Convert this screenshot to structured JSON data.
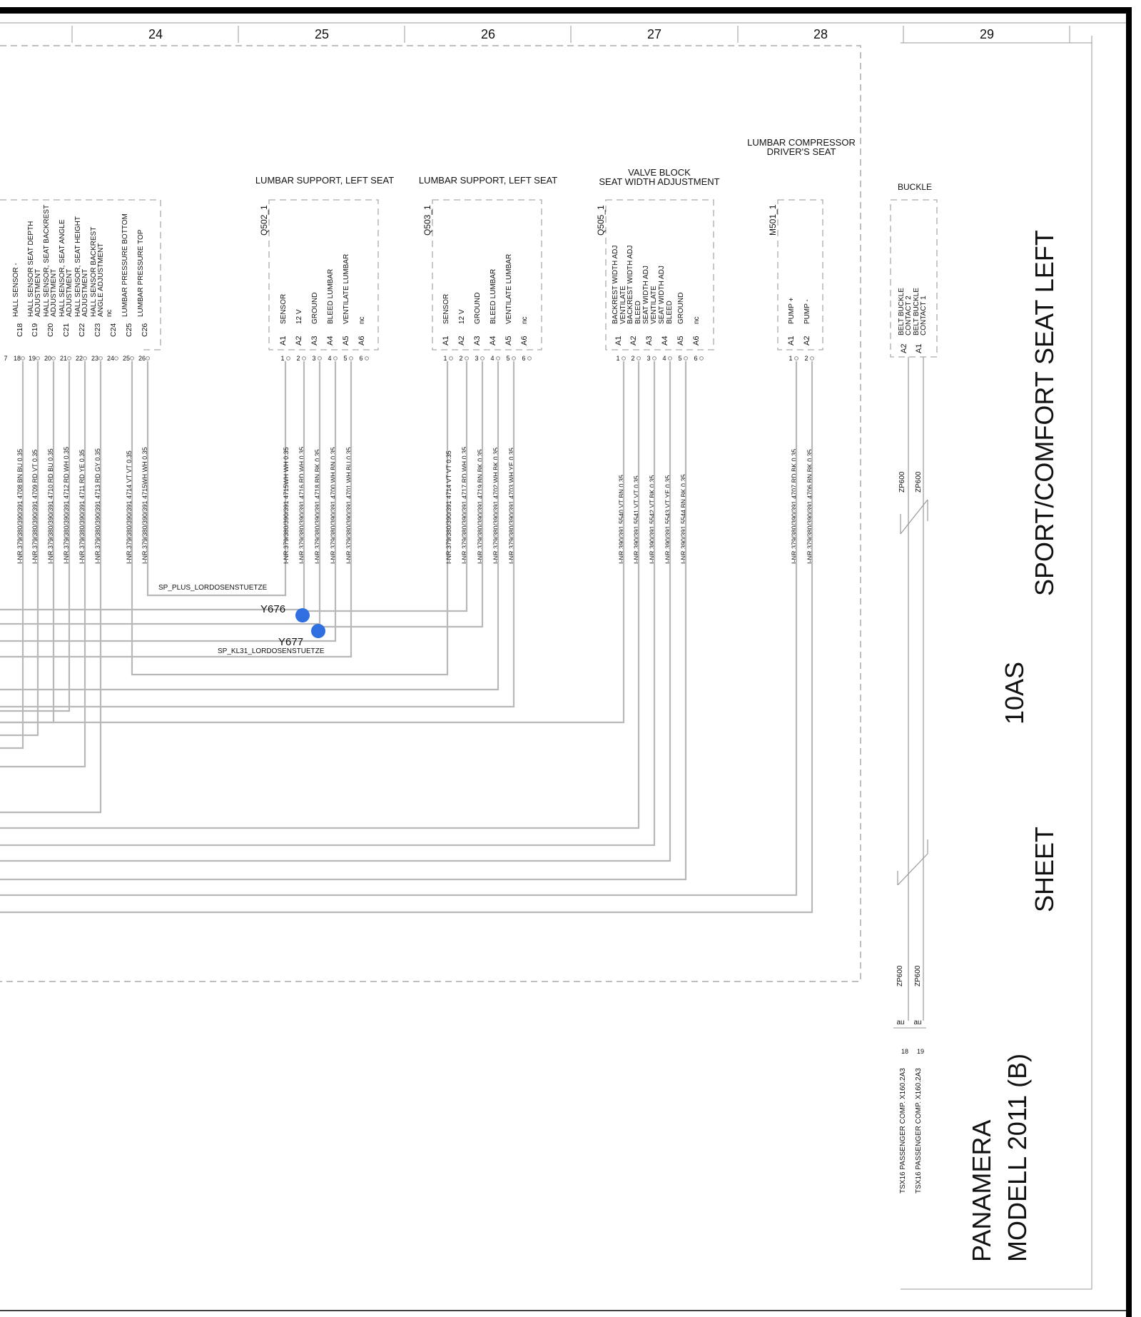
{
  "column_numbers": [
    "24",
    "25",
    "26",
    "27",
    "28",
    "29"
  ],
  "left_connector": {
    "pins": [
      {
        "pin": "C18",
        "num": "18",
        "label1": "HALL SENSOR -",
        "label2": "",
        "wire": "I-NR.379/380/390/391 4708 BN BU 0.35"
      },
      {
        "pin": "C19",
        "num": "19",
        "label1": "HALL SENSOR SEAT DEPTH",
        "label2": "ADJUSTMENT",
        "wire": "I-NR.379/380/390/391 4709 RD VT 0.35"
      },
      {
        "pin": "C20",
        "num": "20",
        "label1": "HALL SENSOR, SEAT BACKREST",
        "label2": "ADJUSTMENT",
        "wire": "I-NR.379/380/390/391 4710 RD BU 0.35"
      },
      {
        "pin": "C21",
        "num": "21",
        "label1": "HALL SENSOR, SEAT ANGLE",
        "label2": "ADJUSTMENT",
        "wire": "I-NR.379/380/390/391 4712 RD WH 0.35"
      },
      {
        "pin": "C22",
        "num": "22",
        "label1": "HALL SENSOR, SEAT HEIGHT",
        "label2": "ADJUSTMENT",
        "wire": "I-NR.379/380/390/391 4711 RD YE 0.35"
      },
      {
        "pin": "C23",
        "num": "23",
        "label1": "HALL SENSOR BACKREST",
        "label2": "ANGLE ADJUSTMENT",
        "wire": "I-NR.379/380/390/391 4713 RD GY 0.35"
      },
      {
        "pin": "C24",
        "num": "24",
        "label1": "nc",
        "label2": "",
        "wire": ""
      },
      {
        "pin": "C25",
        "num": "25",
        "label1": "LUMBAR PRESSURE BOTTOM",
        "label2": "",
        "wire": "I-NR.379/380/390/391 4714 VT VT 0.35"
      },
      {
        "pin": "C26",
        "num": "26",
        "label1": "LUMBAR PRESSURE TOP",
        "label2": "",
        "wire": "I-NR.379/380/390/391 4715WH WH 0.35"
      }
    ]
  },
  "components": [
    {
      "title": "LUMBAR SUPPORT, LEFT SEAT",
      "title2": "",
      "id": "Q502_1",
      "pins": [
        {
          "pin": "A1",
          "num": "1",
          "label": "SENSOR",
          "label2": "",
          "wire": "I-NR.379/380/390/391 4715WH WH 0.35"
        },
        {
          "pin": "A2",
          "num": "2",
          "label": "12 V",
          "label2": "",
          "wire": "I-NR.379/380/390/391 4716 RD WH 0.35"
        },
        {
          "pin": "A3",
          "num": "3",
          "label": "GROUND",
          "label2": "",
          "wire": "I-NR.379/380/390/391 4718 BN BK 0.35"
        },
        {
          "pin": "A4",
          "num": "4",
          "label": "BLEED LUMBAR",
          "label2": "",
          "wire": "I-NR.379/380/390/391 4700 WH BN 0.35"
        },
        {
          "pin": "A5",
          "num": "5",
          "label": "VENTILATE LUMBAR",
          "label2": "",
          "wire": "I-NR.379/380/390/391 4701 WH BU 0.35"
        },
        {
          "pin": "A6",
          "num": "6",
          "label": "nc",
          "label2": "",
          "wire": ""
        }
      ]
    },
    {
      "title": "LUMBAR SUPPORT, LEFT SEAT",
      "title2": "",
      "id": "Q503_1",
      "pins": [
        {
          "pin": "A1",
          "num": "1",
          "label": "SENSOR",
          "label2": "",
          "wire": "I-NR.379/380/390/391 4714 VT VT 0.35"
        },
        {
          "pin": "A2",
          "num": "2",
          "label": "12 V",
          "label2": "",
          "wire": "I-NR.379/380/390/391 4717 RD WH 0.35"
        },
        {
          "pin": "A3",
          "num": "3",
          "label": "GROUND",
          "label2": "",
          "wire": "I-NR.379/380/390/391 4719 BN BK 0.35"
        },
        {
          "pin": "A4",
          "num": "4",
          "label": "BLEED LUMBAR",
          "label2": "",
          "wire": "I-NR.379/380/390/391 4702 WH BK 0.35"
        },
        {
          "pin": "A5",
          "num": "5",
          "label": "VENTILATE LUMBAR",
          "label2": "",
          "wire": "I-NR.379/380/390/391 4703 WH YE 0.35"
        },
        {
          "pin": "A6",
          "num": "6",
          "label": "nc",
          "label2": "",
          "wire": ""
        }
      ]
    },
    {
      "title": "VALVE BLOCK",
      "title2": "SEAT WIDTH ADJUSTMENT",
      "id": "Q505_1",
      "pins": [
        {
          "pin": "A1",
          "num": "1",
          "label": "BACKREST WIDTH ADJ",
          "label2": "VENTILATE",
          "wire": "I-NR.390/391 5540 VT BN 0.35"
        },
        {
          "pin": "A2",
          "num": "2",
          "label": "BACKREST WIDTH ADJ",
          "label2": "BLEED",
          "wire": "I-NR.390/391 5541 VT VT 0.35"
        },
        {
          "pin": "A3",
          "num": "3",
          "label": "SEAT WIDTH ADJ",
          "label2": "VENTILATE",
          "wire": "I-NR.390/391 5542 VT BK 0.35"
        },
        {
          "pin": "A4",
          "num": "4",
          "label": "SEAT WIDTH ADJ",
          "label2": "BLEED",
          "wire": "I-NR.390/391 5543 VT YE 0.35"
        },
        {
          "pin": "A5",
          "num": "5",
          "label": "GROUND",
          "label2": "",
          "wire": "I-NR.390/391 5544 BN BK 0.35"
        },
        {
          "pin": "A6",
          "num": "6",
          "label": "nc",
          "label2": "",
          "wire": ""
        }
      ]
    },
    {
      "title": "LUMBAR COMPRESSOR",
      "title2": "DRIVER'S SEAT",
      "id": "M501_1",
      "pins": [
        {
          "pin": "A1",
          "num": "1",
          "label": "PUMP +",
          "label2": "",
          "wire": "I-NR.379/380/390/391 4707 RD BK 0.35"
        },
        {
          "pin": "A2",
          "num": "2",
          "label": "PUMP -",
          "label2": "",
          "wire": "I-NR.379/380/390/391 4706 BN BK 0.35"
        }
      ]
    }
  ],
  "buckle": {
    "title": "BUCKLE",
    "pins": [
      {
        "pin": "A2",
        "label": "BELT BUCKLE",
        "label2": "CONTACT 2"
      },
      {
        "pin": "A1",
        "label": "BELT BUCKLE",
        "label2": "CONTACT 1"
      }
    ],
    "wire_tags": [
      "ZP600",
      "ZP600"
    ],
    "bottom_tags": [
      "ZP600",
      "ZP600"
    ],
    "au": [
      "au",
      "au"
    ],
    "dest_nums": [
      "18",
      "19"
    ],
    "dest_labels": [
      "TSX16 PASSENGER COMP.  X160.2A3",
      "TSX16 PASSENGER COMP.  X160.2A3"
    ]
  },
  "splices": [
    {
      "name": "Y676",
      "label": "SP_PLUS_LORDOSENSTUETZE"
    },
    {
      "name": "Y677",
      "label": "SP_KL31_LORDOSENSTUETZE"
    }
  ],
  "colors": {
    "splice": "#2f6fe0",
    "wire": "#b8b8b8",
    "frame": "#000000"
  },
  "title_block": {
    "title": "SPORT/COMFORT SEAT LEFT",
    "code": "10AS",
    "sheet": "SHEET",
    "model1": "PANAMERA",
    "model2": "MODELL 2011 (B)"
  }
}
